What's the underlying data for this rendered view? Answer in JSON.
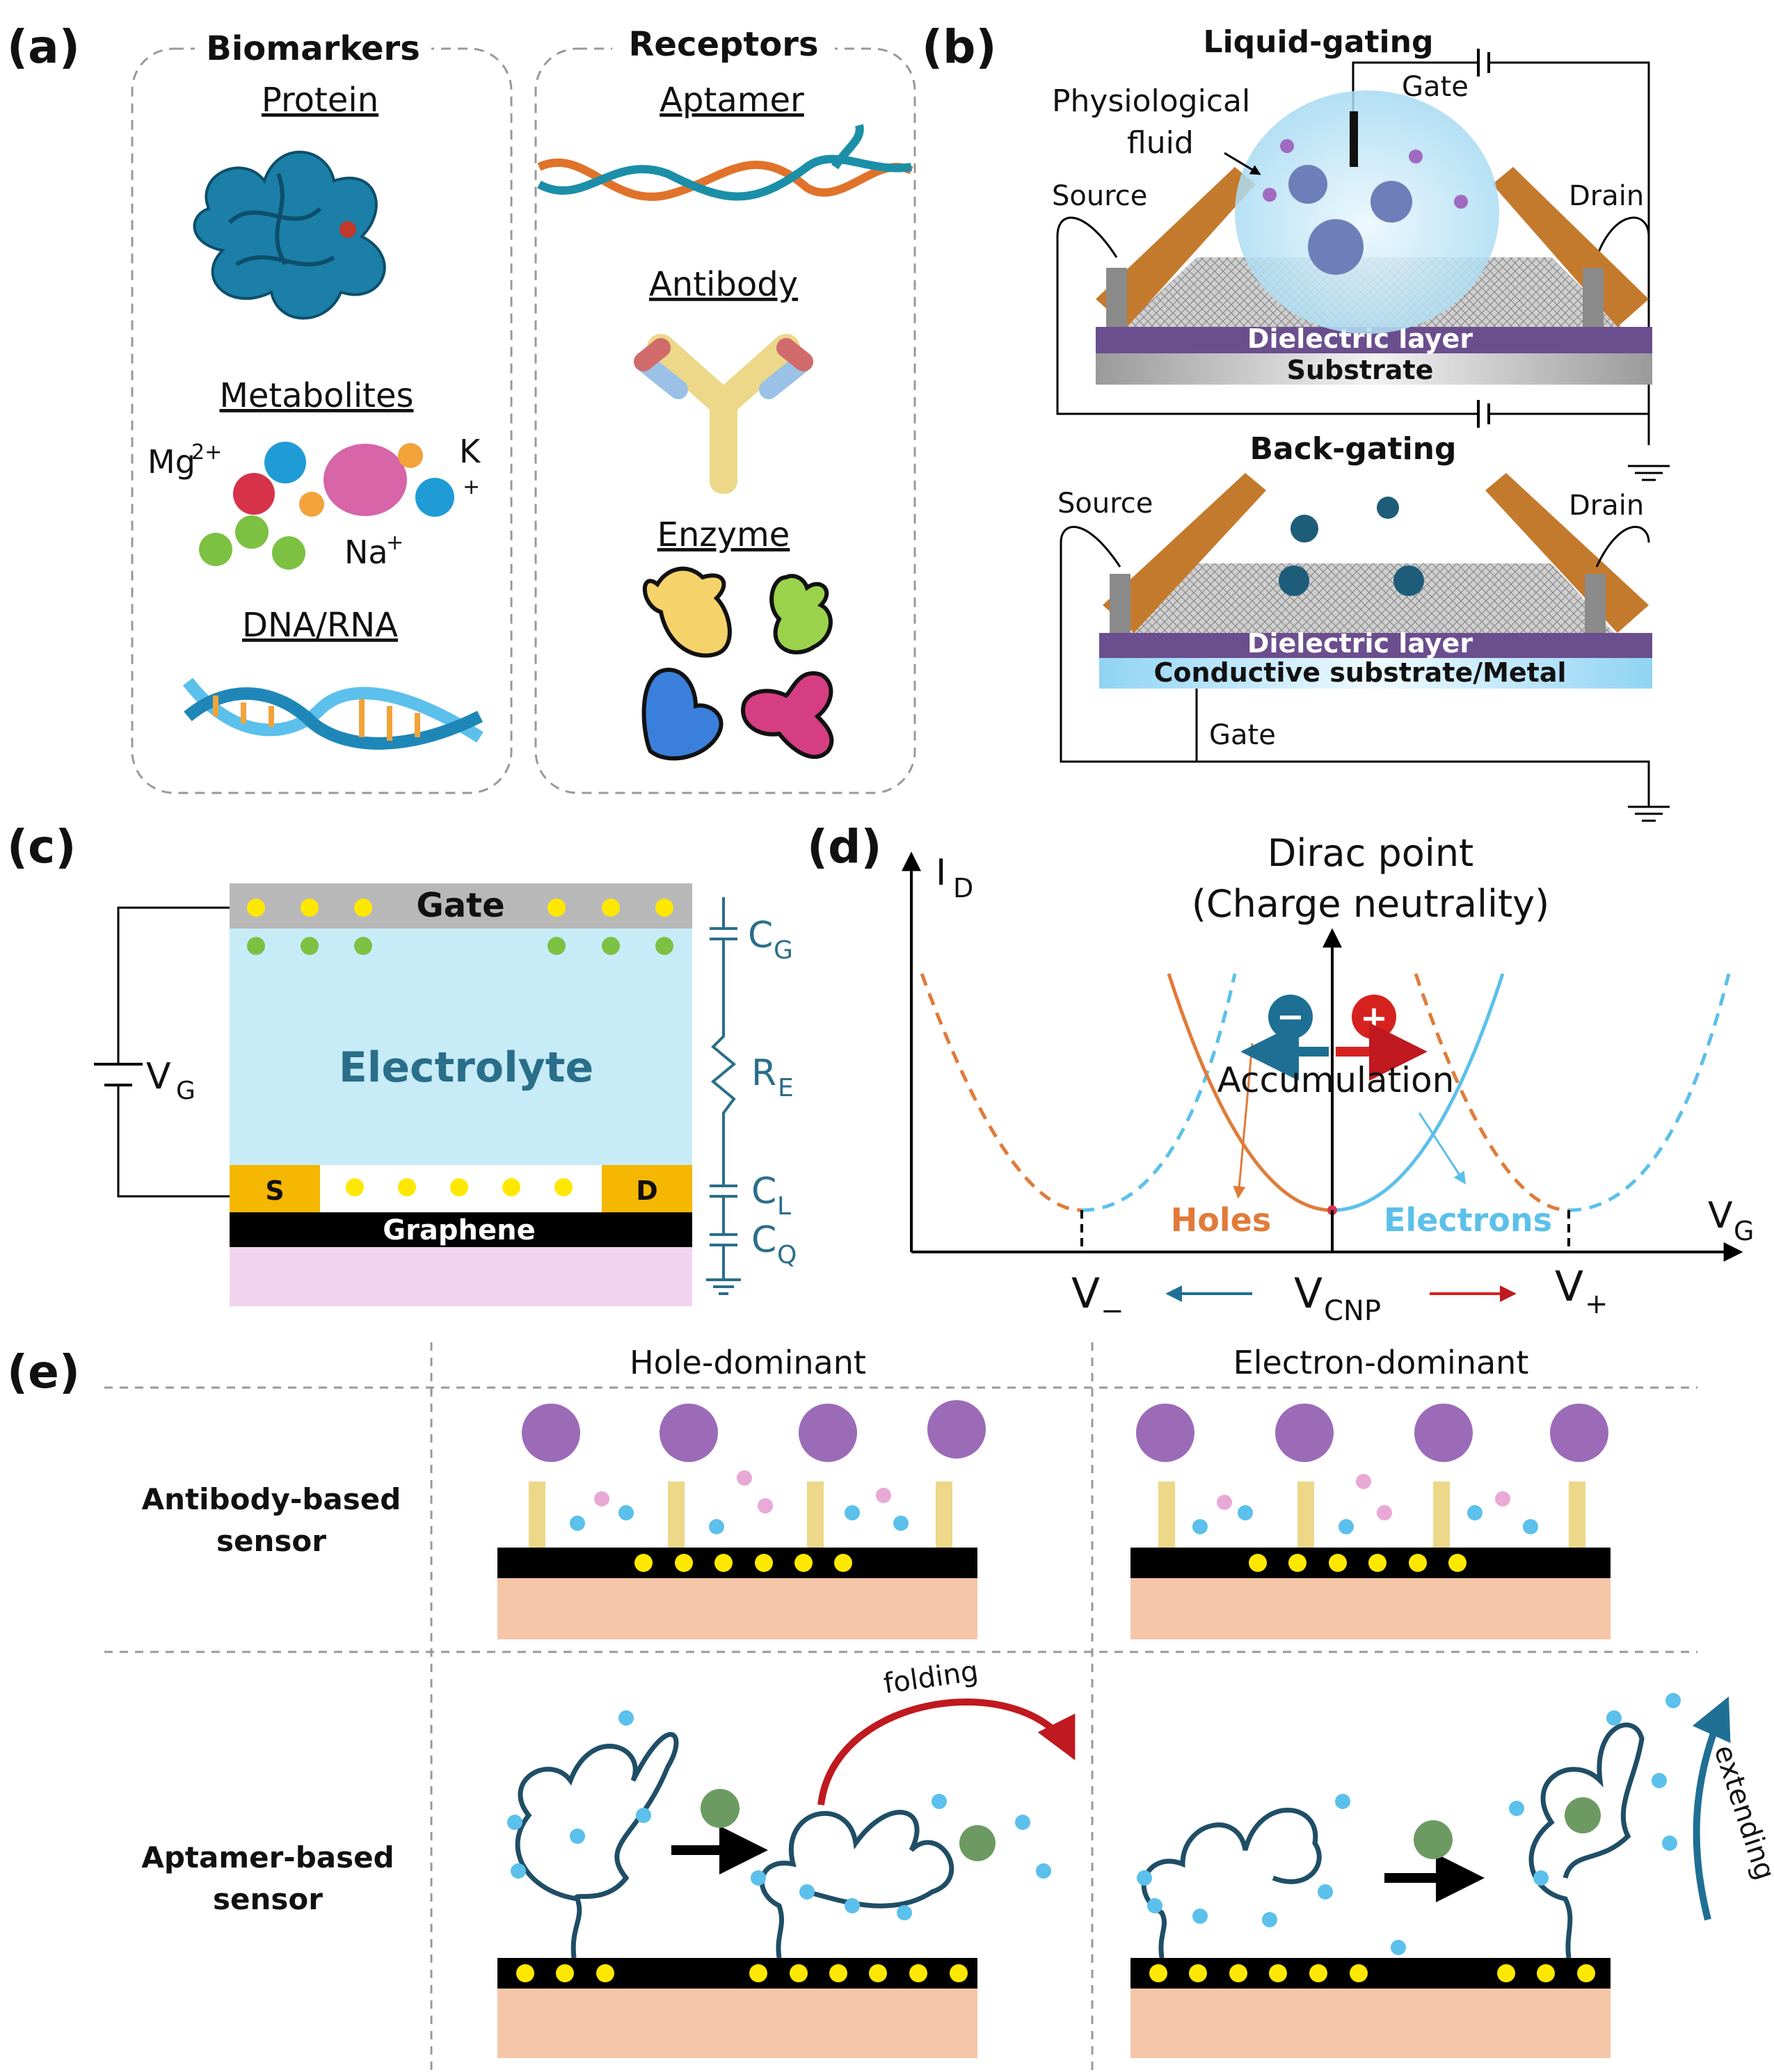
{
  "panels": {
    "a": {
      "label": "(a)",
      "biomarkers": {
        "title": "Biomarkers",
        "protein": "Protein",
        "metabolites": "Metabolites",
        "ions": {
          "mg": "Mg",
          "mg_sup": "2+",
          "k": "K",
          "k_sup": "+",
          "na": "Na",
          "na_sup": "+"
        },
        "dna": "DNA/RNA"
      },
      "receptors": {
        "title": "Receptors",
        "aptamer": "Aptamer",
        "antibody": "Antibody",
        "enzyme": "Enzyme"
      }
    },
    "b": {
      "label": "(b)",
      "liquid": {
        "title": "Liquid-gating",
        "gate": "Gate",
        "fluid_line1": "Physiological",
        "fluid_line2": "fluid",
        "source": "Source",
        "drain": "Drain",
        "dielectric": "Dielectric layer",
        "substrate": "Substrate"
      },
      "back": {
        "title": "Back-gating",
        "source": "Source",
        "drain": "Drain",
        "dielectric": "Dielectric layer",
        "substrate": "Conductive substrate/Metal",
        "gate": "Gate"
      }
    },
    "c": {
      "label": "(c)",
      "gate": "Gate",
      "electrolyte": "Electrolyte",
      "graphene": "Graphene",
      "s": "S",
      "d": "D",
      "vg": "V",
      "vg_sub": "G",
      "cg": "C",
      "cg_sub": "G",
      "re": "R",
      "re_sub": "E",
      "cl": "C",
      "cl_sub": "L",
      "cq": "C",
      "cq_sub": "Q"
    },
    "d": {
      "label": "(d)",
      "y_axis": "I",
      "y_sub": "D",
      "x_axis": "V",
      "x_sub": "G",
      "title_line1": "Dirac point",
      "title_line2": "(Charge neutrality)",
      "accumulation": "Accumulation",
      "holes": "Holes",
      "electrons": "Electrons",
      "v_minus": "V",
      "v_minus_sub": "−",
      "v_cnp": "V",
      "v_cnp_sub": "CNP",
      "v_plus": "V",
      "v_plus_sub": "+",
      "minus_sign": "−",
      "plus_sign": "+"
    },
    "e": {
      "label": "(e)",
      "col_hole": "Hole-dominant",
      "col_electron": "Electron-dominant",
      "row_antibody_line1": "Antibody-based",
      "row_antibody_line2": "sensor",
      "row_aptamer_line1": "Aptamer-based",
      "row_aptamer_line2": "sensor",
      "folding": "folding",
      "extending": "extending"
    }
  },
  "colors": {
    "orange": "#e07b39",
    "light_blue": "#5bc0eb",
    "dark_teal": "#1f4e66",
    "electrolyte": "#c7ecf8",
    "gate_grey": "#b8b8b8",
    "contact_yellow": "#f5b700",
    "substrate_pink": "#f2d3ef",
    "sensor_substrate": "#f6c6a8",
    "dielectric_purple": "#6a4e8e",
    "electrode_brown": "#c47a2c",
    "red_arrow": "#c0191f"
  }
}
